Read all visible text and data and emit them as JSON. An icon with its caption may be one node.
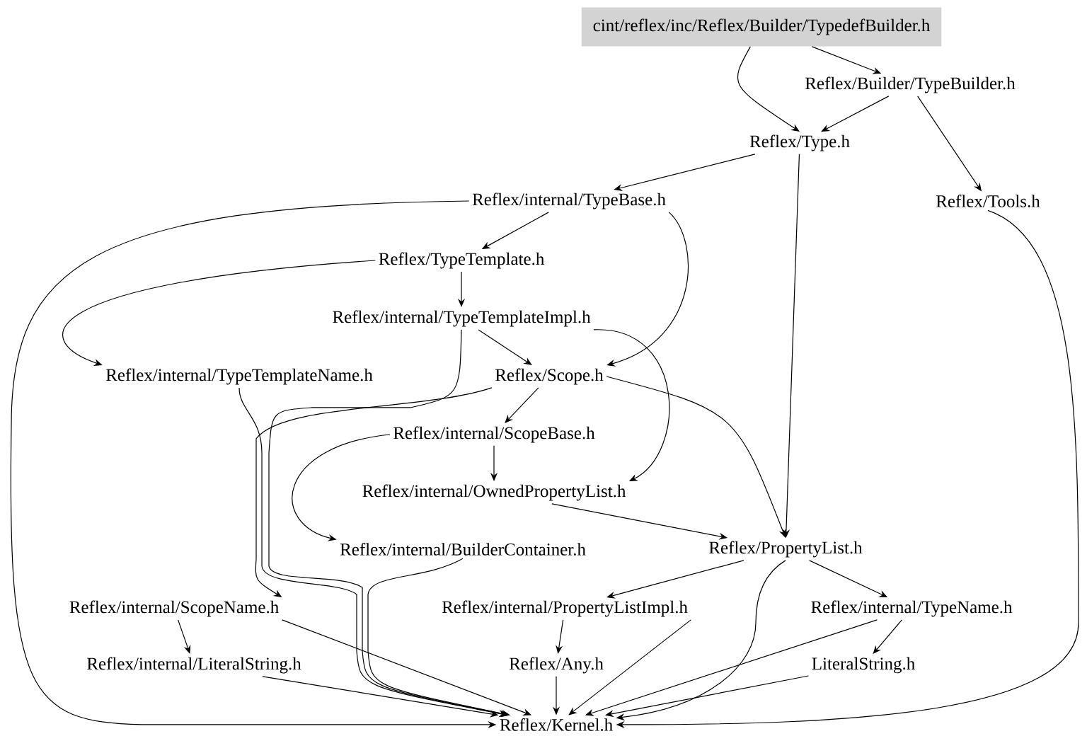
{
  "diagram": {
    "nodes": [
      {
        "text": [
          "cint/reflex/inc/Reflex/Builder/TypedefBuilder.h"
        ]
      },
      {
        "text": [
          "Reflex/Builder/TypeBuilder.h"
        ]
      },
      {
        "text": [
          "Reflex/Type.h"
        ]
      },
      {
        "text": [
          "Reflex/internal/TypeBase.h"
        ]
      },
      {
        "text": [
          "Reflex/Tools.h"
        ]
      },
      {
        "text": [
          "Reflex/TypeTemplate.h"
        ]
      },
      {
        "text": [
          "Reflex/internal/TypeTemplateImpl.h"
        ]
      },
      {
        "text": [
          "Reflex/internal/TypeTemplateName.h"
        ]
      },
      {
        "text": [
          "Reflex/Scope.h"
        ]
      },
      {
        "text": [
          "Reflex/internal/ScopeBase.h"
        ]
      },
      {
        "text": [
          "Reflex/internal/OwnedPropertyList.h"
        ]
      },
      {
        "text": [
          "Reflex/internal/BuilderContainer.h"
        ]
      },
      {
        "text": [
          "Reflex/PropertyList.h"
        ]
      },
      {
        "text": [
          "Reflex/internal/ScopeName.h"
        ]
      },
      {
        "text": [
          "Reflex/internal/PropertyListImpl.h"
        ]
      },
      {
        "text": [
          "Reflex/internal/TypeName.h"
        ]
      },
      {
        "text": [
          "Reflex/internal/LiteralString.h"
        ]
      },
      {
        "text": [
          "Reflex/Any.h"
        ]
      },
      {
        "text": [
          "LiteralString.h"
        ]
      },
      {
        "text": [
          "Reflex/Kernel.h"
        ]
      }
    ],
    "edges": [
      {
        "from": 0,
        "to": 1,
        "arrow": "to"
      },
      {
        "from": 0,
        "to": 2,
        "arrow": "to"
      },
      {
        "from": 1,
        "to": 2,
        "arrow": "to"
      },
      {
        "from": 1,
        "to": 4,
        "arrow": "to"
      },
      {
        "from": 2,
        "to": 3,
        "arrow": "to"
      },
      {
        "from": 2,
        "to": 12,
        "arrow": "to"
      },
      {
        "from": 3,
        "to": 5,
        "arrow": "to"
      },
      {
        "from": 3,
        "to": 8,
        "arrow": "to"
      },
      {
        "from": 3,
        "to": 19,
        "arrow": "to"
      },
      {
        "from": 4,
        "to": 19,
        "arrow": "to"
      },
      {
        "from": 5,
        "to": 6,
        "arrow": "to"
      },
      {
        "from": 5,
        "to": 7,
        "arrow": "to"
      },
      {
        "from": 6,
        "to": 8,
        "arrow": "to"
      },
      {
        "from": 6,
        "to": 10,
        "arrow": "to"
      },
      {
        "from": 6,
        "to": 19,
        "arrow": "to"
      },
      {
        "from": 7,
        "to": 19,
        "arrow": "to"
      },
      {
        "from": 8,
        "to": 9,
        "arrow": "to"
      },
      {
        "from": 8,
        "to": 12,
        "arrow": "to"
      },
      {
        "from": 8,
        "to": 13,
        "arrow": "to"
      },
      {
        "from": 9,
        "to": 10,
        "arrow": "to"
      },
      {
        "from": 9,
        "to": 11,
        "arrow": "to"
      },
      {
        "from": 10,
        "to": 12,
        "arrow": "to"
      },
      {
        "from": 11,
        "to": 19,
        "arrow": "to"
      },
      {
        "from": 12,
        "to": 14,
        "arrow": "to"
      },
      {
        "from": 12,
        "to": 15,
        "arrow": "to"
      },
      {
        "from": 12,
        "to": 19,
        "arrow": "to"
      },
      {
        "from": 13,
        "to": 16,
        "arrow": "to"
      },
      {
        "from": 13,
        "to": 19,
        "arrow": "to"
      },
      {
        "from": 14,
        "to": 17,
        "arrow": "to"
      },
      {
        "from": 14,
        "to": 19,
        "arrow": "to"
      },
      {
        "from": 15,
        "to": 18,
        "arrow": "to"
      },
      {
        "from": 15,
        "to": 19,
        "arrow": "to"
      },
      {
        "from": 16,
        "to": 19,
        "arrow": "to"
      },
      {
        "from": 17,
        "to": 19,
        "arrow": "to"
      },
      {
        "from": 18,
        "to": 19,
        "arrow": "to"
      }
    ]
  }
}
